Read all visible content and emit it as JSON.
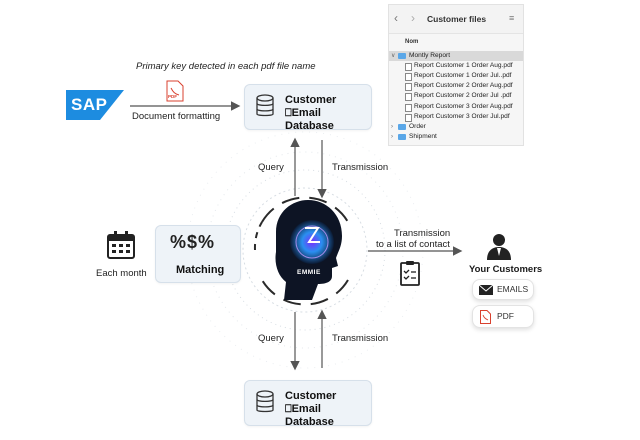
{
  "diagram": {
    "top_caption": "Primary key detected in each pdf file name",
    "sap_logo": "SAP",
    "pdf_icon_label": "PDF",
    "document_formatting": "Document formatting",
    "db_top": {
      "line1": "Customer ⎕Email",
      "line2": "Database"
    },
    "db_bottom": {
      "line1": "Customer ⎕Email",
      "line2": "Database"
    },
    "query_top": "Query",
    "transmission_top": "Transmission",
    "query_bottom": "Query",
    "transmission_bottom": "Transmission",
    "each_month": "Each month",
    "matching_symbol": "%$%",
    "matching_label": "Matching",
    "emmie": "EMMIE",
    "transmission_right_1": "Transmission",
    "transmission_right_2": "to a list of contact",
    "your_customers": "Your Customers",
    "emails_label": "EMAILS",
    "pdf_label": "PDF"
  },
  "finder": {
    "title": "Customer files",
    "column_header": "Nom",
    "items": [
      {
        "label": "Montly Report",
        "type": "folder",
        "expanded": true,
        "selected": true
      },
      {
        "label": "Report Customer 1 Order Aug.pdf",
        "type": "file"
      },
      {
        "label": "Report Customer 1 Order Jul..pdf",
        "type": "file"
      },
      {
        "label": "Report Customer 2 Order Aug.pdf",
        "type": "file"
      },
      {
        "label": "Report Customer 2 Order Jul .pdf",
        "type": "file"
      },
      {
        "label": "Report Customer 3 Order Aug.pdf",
        "type": "file"
      },
      {
        "label": "Report Customer 3 Order Jul.pdf",
        "type": "file"
      },
      {
        "label": "Order",
        "type": "folder",
        "expanded": false
      },
      {
        "label": "Shipment",
        "type": "folder",
        "expanded": false
      }
    ]
  },
  "colors": {
    "accent_blue": "#1f7fd1",
    "arrow": "#555555",
    "card_bg": "#eef3f8",
    "pdf_red": "#d9412f",
    "sap_blue": "#1d8ce0"
  }
}
